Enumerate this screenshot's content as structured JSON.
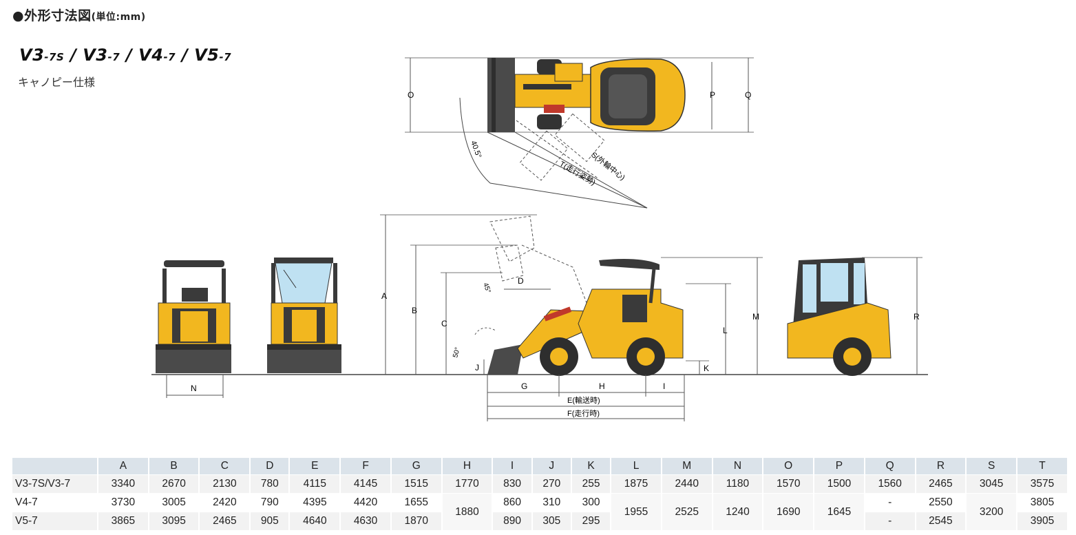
{
  "header": {
    "title": "●外形寸法図",
    "unit": "(単位:mm)"
  },
  "model": {
    "p1": "V3",
    "s1": "-7S",
    "sep1": " / ",
    "p2": "V3",
    "s2": "-7",
    "sep2": " / ",
    "p3": "V4",
    "s3": "-7",
    "sep3": " / ",
    "p4": "V5",
    "s4": "-7"
  },
  "subtitle": "キャノピー仕様",
  "dims": {
    "A": "A",
    "B": "B",
    "C": "C",
    "D": "D",
    "E": "E(輸送時)",
    "F": "F(走行時)",
    "G": "G",
    "H": "H",
    "I": "I",
    "J": "J",
    "K": "K",
    "L": "L",
    "M": "M",
    "N": "N",
    "O": "O",
    "P": "P",
    "Q": "Q",
    "R": "R",
    "S": "S(外輪中心)",
    "T": "T(走行姿勢)",
    "ang1": "40.5°",
    "ang2": "45°",
    "ang3": "50°"
  },
  "colors": {
    "machine": "#f2b71f",
    "dark": "#3a3a3a",
    "line": "#555555",
    "glass": "#bfe1f2",
    "header_bg": "#dbe3ea"
  },
  "table": {
    "corner": "",
    "headers": [
      "A",
      "B",
      "C",
      "D",
      "E",
      "F",
      "G",
      "H",
      "I",
      "J",
      "K",
      "L",
      "M",
      "N",
      "O",
      "P",
      "Q",
      "R",
      "S",
      "T"
    ],
    "rows": [
      {
        "name": "V3-7S/V3-7",
        "A": "3340",
        "B": "2670",
        "C": "2130",
        "D": "780",
        "E": "4115",
        "F": "4145",
        "G": "1515",
        "H": "1770",
        "I": "830",
        "J": "270",
        "K": "255",
        "L": "1875",
        "M": "2440",
        "N": "1180",
        "O": "1570",
        "P": "1500",
        "Q": "1560",
        "R": "2465",
        "S": "3045",
        "T": "3575"
      },
      {
        "name": "V4-7",
        "A": "3730",
        "B": "3005",
        "C": "2420",
        "D": "790",
        "E": "4395",
        "F": "4420",
        "G": "1655",
        "I": "860",
        "J": "310",
        "K": "300",
        "Q": "-",
        "R": "2550",
        "T": "3805"
      },
      {
        "name": "V5-7",
        "A": "3865",
        "B": "3095",
        "C": "2465",
        "D": "905",
        "E": "4640",
        "F": "4630",
        "G": "1870",
        "I": "890",
        "J": "305",
        "K": "295",
        "Q": "-",
        "R": "2545",
        "T": "3905"
      }
    ],
    "merged": {
      "H": "1880",
      "L": "1955",
      "M": "2525",
      "N": "1240",
      "O": "1690",
      "P": "1645",
      "S": "3200"
    }
  }
}
